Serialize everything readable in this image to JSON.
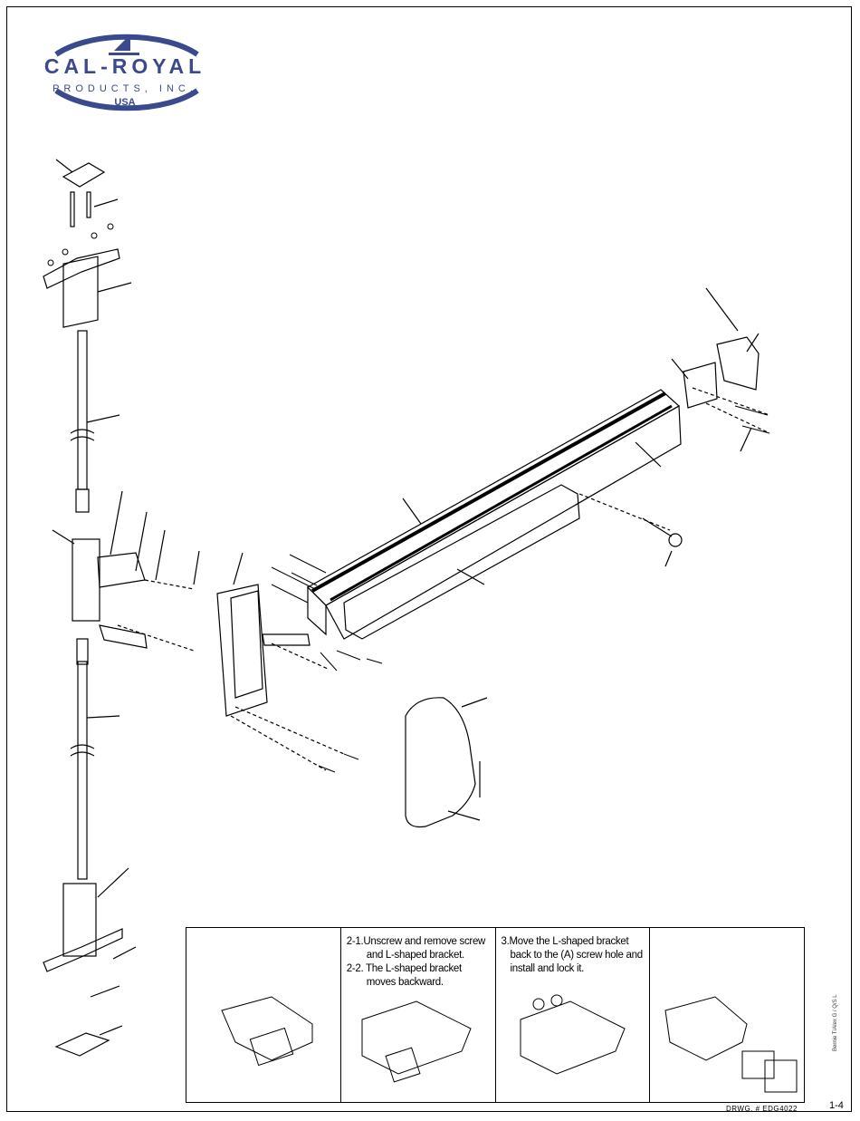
{
  "logo": {
    "brand": "CAL-ROYAL",
    "subtitle": "PRODUCTS, INC.",
    "country": "USA",
    "color": "#3a4a8c"
  },
  "instructions": {
    "panel1": [],
    "panel2": [
      "2-1.Unscrew and remove screw",
      "and L-shaped bracket.",
      "2-2. The L-shaped bracket",
      "moves backward."
    ],
    "panel3": [
      "3.Move the L-shaped bracket",
      "back to the (A) screw hole and",
      "install and lock it."
    ],
    "panel4": []
  },
  "footer": {
    "drawing_number": "DRWG. # EDG4022",
    "sheet": "1-4",
    "side_note": "Bernie T/Alex G / Q/S L"
  }
}
